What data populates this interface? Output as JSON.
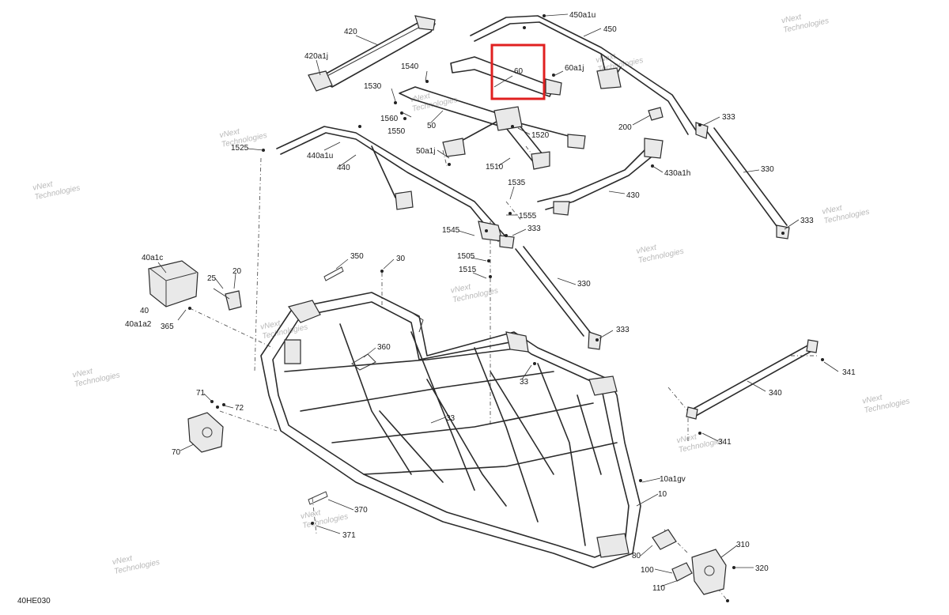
{
  "diagram": {
    "code": "40HE030",
    "watermark_line1": "vNext",
    "watermark_line2": "Technologies",
    "highlight_color": "#e02020",
    "labels": {
      "p420": "420",
      "p420a1j": "420a1j",
      "p450a1u": "450a1u",
      "p450": "450",
      "p1540": "1540",
      "p60": "60",
      "p60a1j": "60a1j",
      "p1530": "1530",
      "p1560": "1560",
      "p1550": "1550",
      "p50": "50",
      "p333a": "333",
      "p200": "200",
      "p1520": "1520",
      "p1525": "1525",
      "p440a1u": "440a1u",
      "p440": "440",
      "p50a1j": "50a1j",
      "p1510": "1510",
      "p330a": "330",
      "p430a1h": "430a1h",
      "p1535": "1535",
      "p430": "430",
      "p333b": "333",
      "p1555": "1555",
      "p1545": "1545",
      "p333c": "333",
      "p40a1c": "40a1c",
      "p350": "350",
      "p30": "30",
      "p1505": "1505",
      "p25": "25",
      "p20": "20",
      "p1515": "1515",
      "p330b": "330",
      "p40": "40",
      "p40a1a2": "40a1a2",
      "p365": "365",
      "p333d": "333",
      "p360": "360",
      "p341a": "341",
      "p33a": "33",
      "p71": "71",
      "p340": "340",
      "p72": "72",
      "p33b": "33",
      "p341b": "341",
      "p70": "70",
      "p10a1gv": "10a1gv",
      "p10": "10",
      "p370": "370",
      "p371": "371",
      "p310": "310",
      "p80": "80",
      "p100": "100",
      "p320": "320",
      "p110": "110"
    }
  }
}
